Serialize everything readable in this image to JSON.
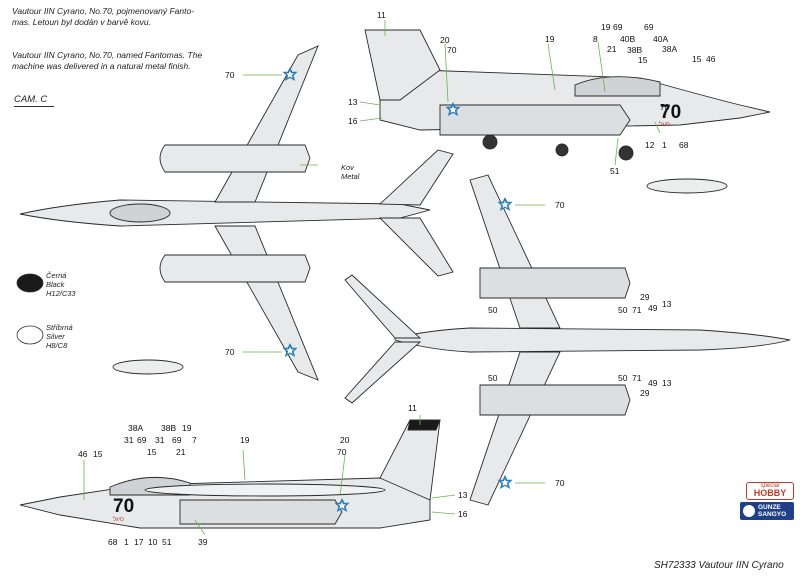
{
  "notes": {
    "czech": "Vautour IIN Cyrano, No.70, pojmenovaný Fanto-\nmas. Letoun byl dodán v barvě kovu.",
    "english": "Vautour IIN Cyrano, No.70, named Fantomas. The\nmachine was delivered in a natural metal finish.",
    "scheme": "CAM. C"
  },
  "legend": [
    {
      "label": "Černá\nBlack\nH12/C33",
      "color": "#1a1a1a"
    },
    {
      "label": "Stříbrná\nSilver\nH8/C8",
      "color": "#ffffff"
    }
  ],
  "metal_label": "Kov\nMetal",
  "aircraft_code": "70",
  "aircraft_code_small": "סיגל",
  "callouts": {
    "side_top": [
      "11",
      "20",
      "70",
      "19",
      "8",
      "19",
      "69",
      "21",
      "40B",
      "38B",
      "15",
      "69",
      "40A",
      "38A",
      "15",
      "46",
      "13",
      "16",
      "70",
      "12",
      "1",
      "68",
      "51"
    ],
    "plan_top": [
      "70",
      "70"
    ],
    "plan_bottom": [
      "70",
      "50",
      "50",
      "50",
      "71",
      "50",
      "71",
      "29",
      "49",
      "13",
      "13",
      "49",
      "29",
      "70"
    ],
    "side_bottom": [
      "11",
      "38A",
      "38B",
      "19",
      "31",
      "69",
      "31",
      "69",
      "7",
      "19",
      "20",
      "46",
      "15",
      "15",
      "21",
      "70",
      "13",
      "16",
      "68",
      "1",
      "17",
      "10",
      "51",
      "39"
    ]
  },
  "caption": "SH72333 Vautour IIN Cyrano",
  "brands": {
    "special": "special",
    "hobby": "HOBBY",
    "gunze": "GUNZE\nSANGYO"
  },
  "colors": {
    "fuselage": "#e7e9ea",
    "outline": "#2a2a2a",
    "roundel": "#2b7fb8",
    "callout_line": "#6bb34a",
    "marking_orange": "#e8813a"
  }
}
